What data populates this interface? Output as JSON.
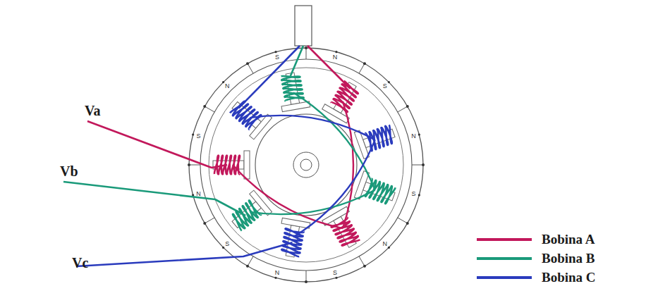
{
  "diagram": {
    "labels": [
      "Va",
      "Vb",
      "Vc",
      "N",
      "S",
      "N",
      "S",
      "N",
      "S",
      "N",
      "S",
      "N",
      "S",
      "N",
      "S"
    ],
    "legend": [
      {
        "text": "Bobina A",
        "color": "#c2185b"
      },
      {
        "text": "Bobina B",
        "color": "#1a9a7a"
      },
      {
        "text": "Bobina C",
        "color": "#2a3bbd"
      }
    ]
  }
}
